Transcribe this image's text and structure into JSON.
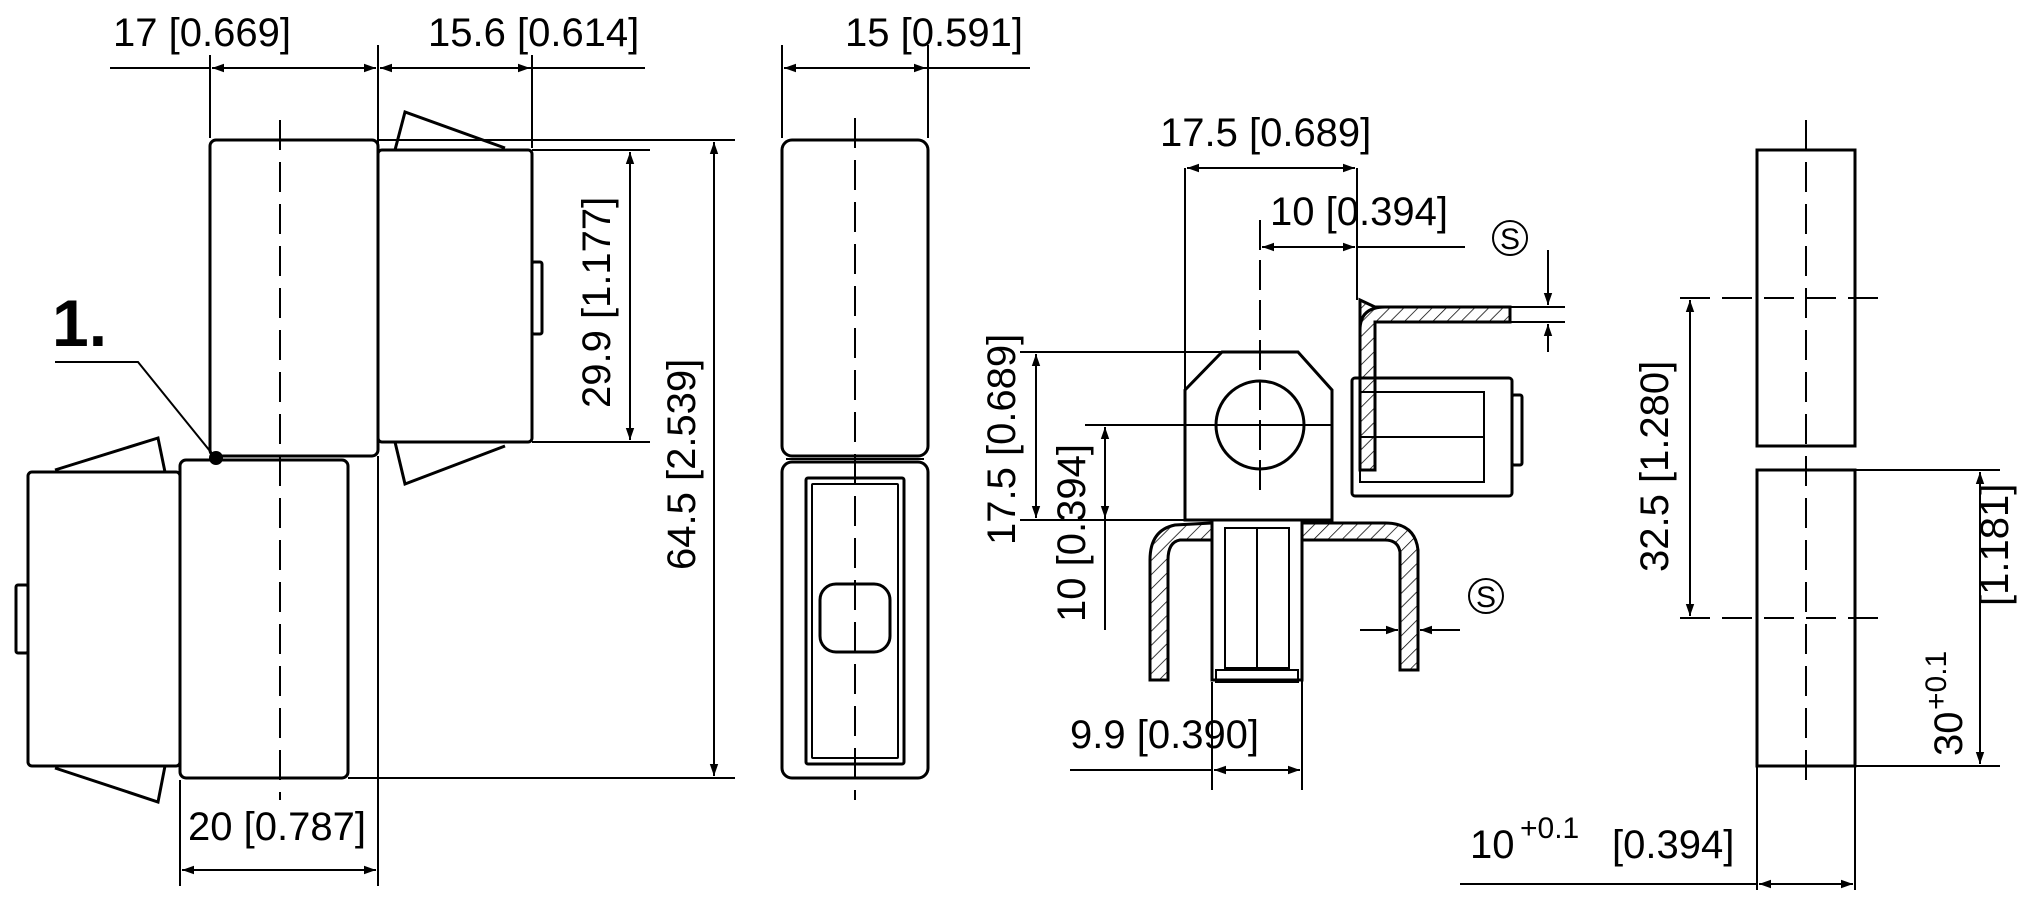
{
  "callout": {
    "label": "1."
  },
  "view_front": {
    "dim_width_top_left": "17 [0.669]",
    "dim_width_top_right": "15.6 [0.614]",
    "dim_upper_height": "29.9 [1.177]",
    "dim_total_height": "64.5 [2.539]",
    "dim_bottom_width": "20 [0.787]"
  },
  "view_side": {
    "dim_width": "15 [0.591]"
  },
  "view_detail": {
    "dim_top_width": "17.5 [0.689]",
    "dim_center_offset": "10 [0.394]",
    "dim_left_height": "17.5 [0.689]",
    "dim_left_center": "10 [0.394]",
    "dim_pin_width": "9.9 [0.390]",
    "s_mark_top": "S",
    "s_mark_bottom": "S"
  },
  "view_cutout": {
    "dim_pitch": "32.5 [1.280]",
    "dim_height_main": "30",
    "dim_height_tol": "+0.1",
    "dim_height_inch": "[1.181]",
    "dim_width_main": "10",
    "dim_width_tol": "+0.1",
    "dim_width_inch": "[0.394]"
  }
}
